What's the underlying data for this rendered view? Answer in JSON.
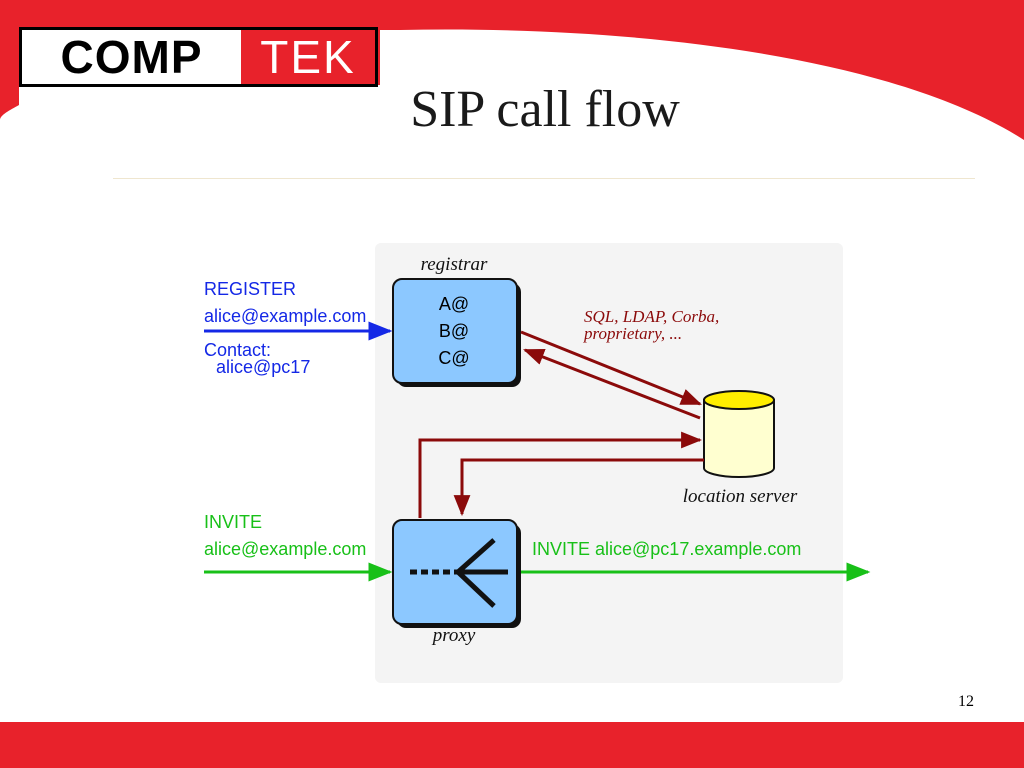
{
  "logo": {
    "part1": "COMP",
    "part2": "TEK"
  },
  "title": "SIP call flow",
  "page_number": "12",
  "diagram": {
    "registrar": {
      "label": "registrar",
      "entries": [
        "A@",
        "B@",
        "C@"
      ]
    },
    "register_message": {
      "method": "REGISTER",
      "uri": "alice@example.com",
      "contact_label": "Contact:",
      "contact_value": "alice@pc17"
    },
    "backend_note": {
      "line1": "SQL, LDAP, Corba,",
      "line2": "proprietary, ..."
    },
    "location_server": {
      "label": "location server"
    },
    "invite_in": {
      "method": "INVITE",
      "uri": "alice@example.com"
    },
    "invite_out": {
      "text": "INVITE alice@pc17.example.com"
    },
    "proxy": {
      "label": "proxy"
    }
  },
  "colors": {
    "brand_red": "#e8222b",
    "register_blue": "#1428e6",
    "invite_green": "#18c018",
    "flow_darkred": "#8b0a0a",
    "box_fill": "#8cc8ff",
    "db_top": "#ffee00",
    "db_body": "#ffffd0",
    "diagram_bg": "#f4f4f4"
  }
}
